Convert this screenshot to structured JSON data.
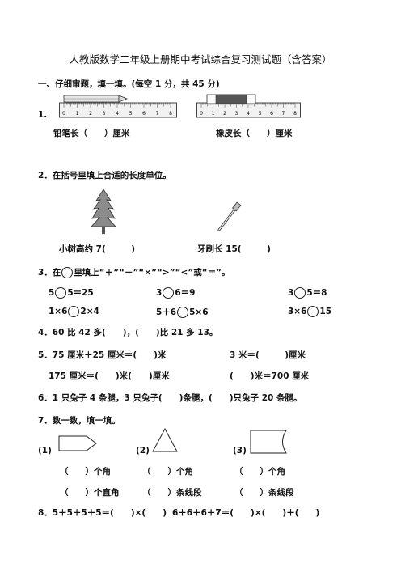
{
  "title": "人教版数学二年级上册期中考试综合复习测试题（含答案）",
  "section1": "一、仔细审题，填一填。(每空 1 分，共 45 分)",
  "q1": {
    "num": "1.",
    "pencil": "铅笔长（　　）厘米",
    "eraser": "橡皮长（　　）厘米",
    "ruler_ticks": [
      "0",
      "1",
      "2",
      "3",
      "4",
      "5",
      "6",
      "7",
      "8"
    ]
  },
  "q2": {
    "text": "2．在括号里填上合适的长度单位。",
    "tree": "小树高约 7(　　　)",
    "toothbrush": "牙刷长 15(　　　)"
  },
  "q3": {
    "pre": "3．在",
    "post": "里填上“＋”“－”“×”“>”“<”或“＝”。",
    "r1": [
      [
        "5",
        "5＝25"
      ],
      [
        "3",
        "6＝9"
      ],
      [
        "3",
        "5＝8"
      ]
    ],
    "r2a": [
      "1×6",
      "2×4"
    ],
    "r2b": [
      "5＋6",
      "5×6"
    ],
    "r2c": [
      "3×6",
      "15"
    ]
  },
  "q4": "4．60 比 42 多(　　)，(　　)比 21 多 13。",
  "q5": {
    "a": "5．75 厘米＋25 厘米＝(　　)米",
    "b": "3 米＝(　　　)厘米",
    "c": "175 厘米＝(　　)米(　　)厘米",
    "d": "(　　)米＝700 厘米"
  },
  "q6": "6．1 只兔子 4 条腿，3 只兔子(　　)条腿，(　　)只兔子 20 条腿。",
  "q7": {
    "text": "7．数一数，填一填。",
    "labels": [
      "(1)",
      "(2)",
      "(3)"
    ],
    "row1": [
      "（　　）个角",
      "（　　）个角",
      "（　　）个角"
    ],
    "row2": [
      "（　　）个直角",
      "（　　）条线段",
      "（　　）条线段"
    ]
  },
  "q8": {
    "a": "8．5＋5＋5＋5＝(　　)×(　　)",
    "b": "6＋6＋6＋7＝(　　)×(　　)＋(　　)"
  }
}
